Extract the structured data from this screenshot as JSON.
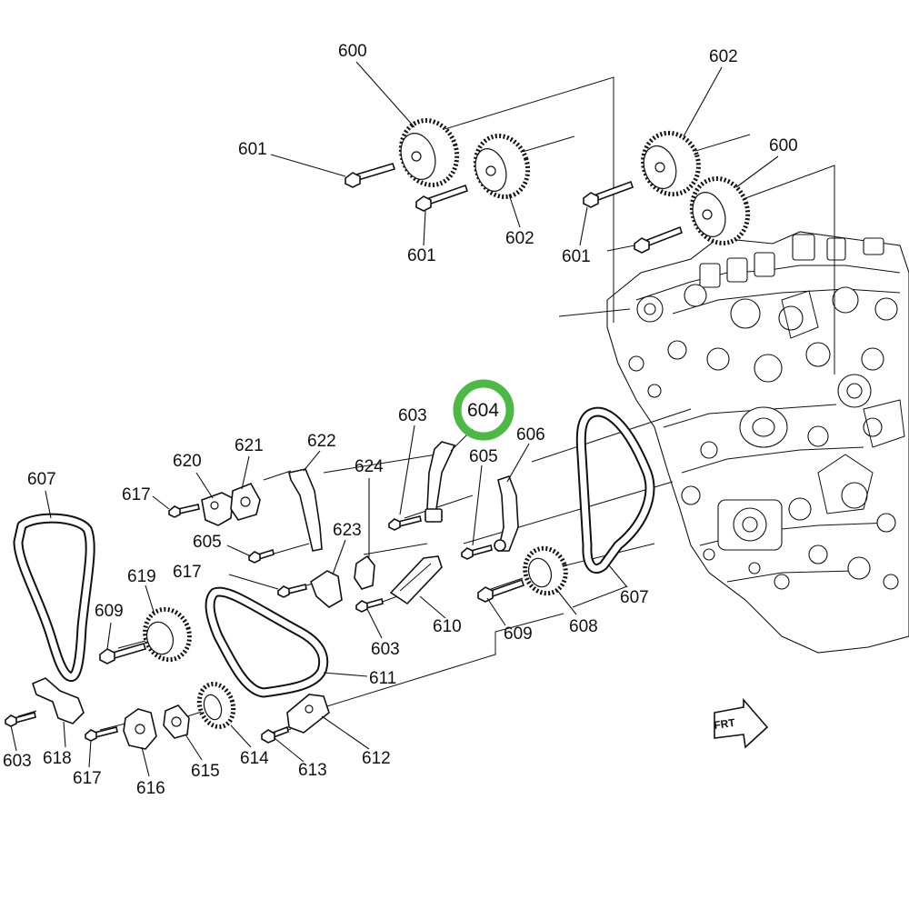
{
  "diagram": {
    "callouts": [
      {
        "id": "c600a",
        "text": "600"
      },
      {
        "id": "c602a",
        "text": "602"
      },
      {
        "id": "c600b",
        "text": "600"
      },
      {
        "id": "c601a",
        "text": "601"
      },
      {
        "id": "c601b",
        "text": "601"
      },
      {
        "id": "c602b",
        "text": "602"
      },
      {
        "id": "c601c",
        "text": "601"
      },
      {
        "id": "c603a",
        "text": "603"
      },
      {
        "id": "c604",
        "text": "604"
      },
      {
        "id": "c606",
        "text": "606"
      },
      {
        "id": "c621",
        "text": "621"
      },
      {
        "id": "c622",
        "text": "622"
      },
      {
        "id": "c620",
        "text": "620"
      },
      {
        "id": "c605a",
        "text": "605"
      },
      {
        "id": "c624",
        "text": "624"
      },
      {
        "id": "c607a",
        "text": "607"
      },
      {
        "id": "c617a",
        "text": "617"
      },
      {
        "id": "c605b",
        "text": "605"
      },
      {
        "id": "c623",
        "text": "623"
      },
      {
        "id": "c617b",
        "text": "617"
      },
      {
        "id": "c619",
        "text": "619"
      },
      {
        "id": "c607b",
        "text": "607"
      },
      {
        "id": "c609a",
        "text": "609"
      },
      {
        "id": "c610",
        "text": "610"
      },
      {
        "id": "c608",
        "text": "608"
      },
      {
        "id": "c609b",
        "text": "609"
      },
      {
        "id": "c603b",
        "text": "603"
      },
      {
        "id": "c611",
        "text": "611"
      },
      {
        "id": "c603c",
        "text": "603"
      },
      {
        "id": "c618",
        "text": "618"
      },
      {
        "id": "c617c",
        "text": "617"
      },
      {
        "id": "c616",
        "text": "616"
      },
      {
        "id": "c615",
        "text": "615"
      },
      {
        "id": "c614",
        "text": "614"
      },
      {
        "id": "c613",
        "text": "613"
      },
      {
        "id": "c612",
        "text": "612"
      }
    ],
    "front_marker": "FRT",
    "highlight_color": "#4cb944"
  }
}
